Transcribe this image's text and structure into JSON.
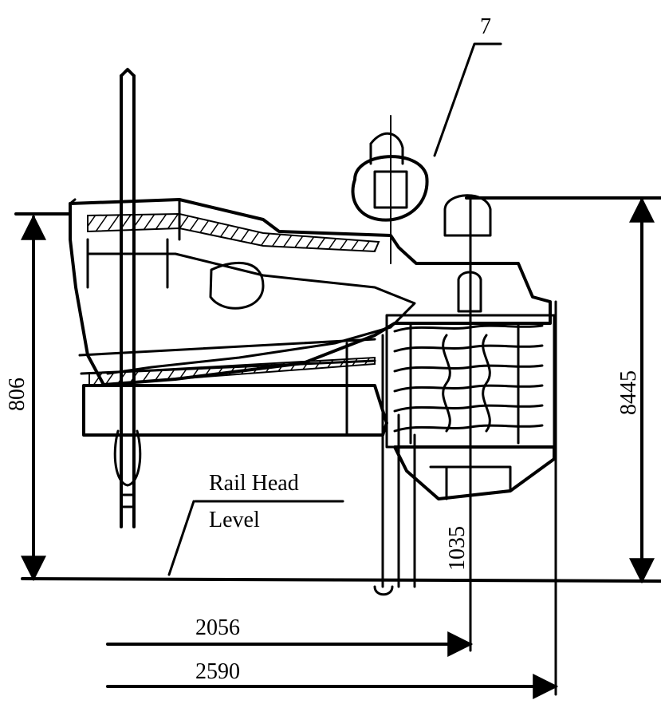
{
  "labels": {
    "callout": "7",
    "rail_head_line1": "Rail Head",
    "rail_head_line2": "Level"
  },
  "dimensions": {
    "left_height": "806",
    "right_height": "8445",
    "inner_height": "1035",
    "width_1": "2056",
    "width_2": "2590"
  }
}
